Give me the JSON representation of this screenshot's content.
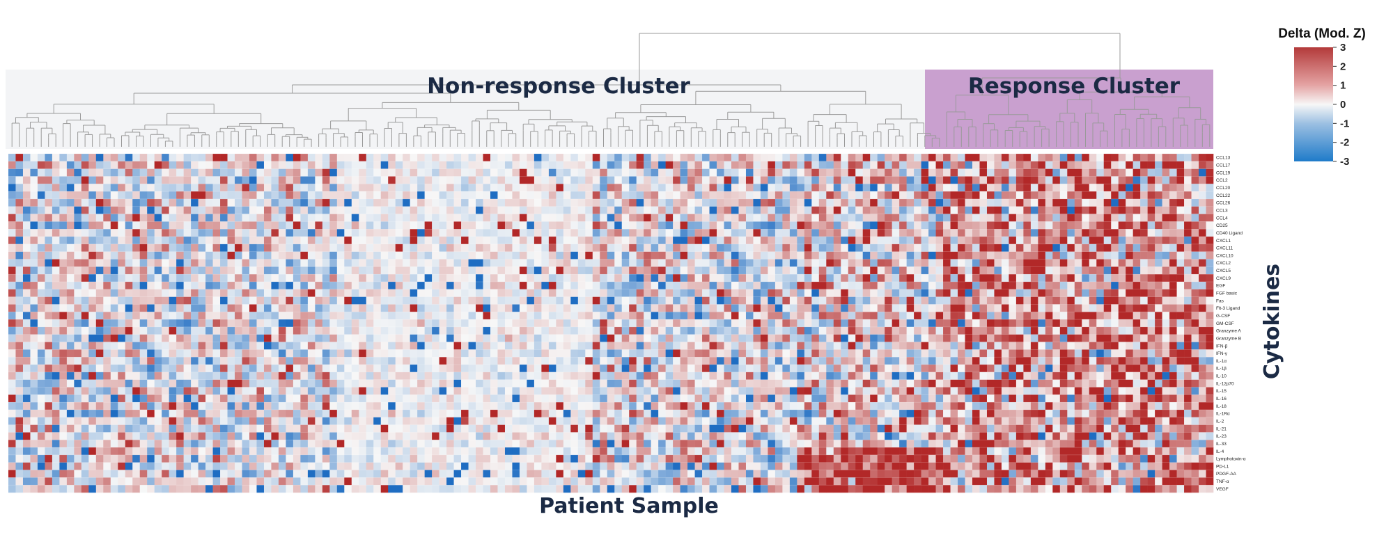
{
  "chart_data": {
    "type": "heatmap",
    "title": "",
    "xlabel": "Patient Sample",
    "ylabel": "Cytokines",
    "clusters": [
      {
        "name": "Non-response Cluster",
        "color": "#f3f4f6"
      },
      {
        "name": "Response Cluster",
        "color": "#c9a0cf"
      }
    ],
    "rows": [
      "CCL13",
      "CCL17",
      "CCL19",
      "CCL2",
      "CCL20",
      "CCL22",
      "CCL26",
      "CCL3",
      "CCL4",
      "CD25",
      "CD40 Ligand",
      "CXCL1",
      "CXCL11",
      "CXCL10",
      "CXCL2",
      "CXCL5",
      "CXCL9",
      "EGF",
      "FGF basic",
      "Fas",
      "Flt-3 Ligand",
      "G-CSF",
      "GM-CSF",
      "Granzyme A",
      "Granzyme B",
      "IFN-β",
      "IFN-γ",
      "IL-1α",
      "IL-1β",
      "IL-10",
      "IL-12p70",
      "IL-15",
      "IL-16",
      "IL-18",
      "IL-1Rα",
      "IL-2",
      "IL-21",
      "IL-23",
      "IL-33",
      "IL-4",
      "Lymphotoxin-α",
      "PD-L1",
      "PDGF-AA",
      "TNF-α",
      "VEGF"
    ],
    "n_samples": 165,
    "response_cluster_start_index": 128,
    "colorbar": {
      "title": "Delta (Mod. Z)",
      "range": [
        -3,
        3
      ],
      "ticks": [
        3,
        2,
        1,
        0,
        -1,
        -2,
        -3
      ],
      "colors": [
        "#2a73c2",
        "#f7f7f7",
        "#b33a3a"
      ]
    },
    "legend_position": "top-right",
    "grid": true
  }
}
